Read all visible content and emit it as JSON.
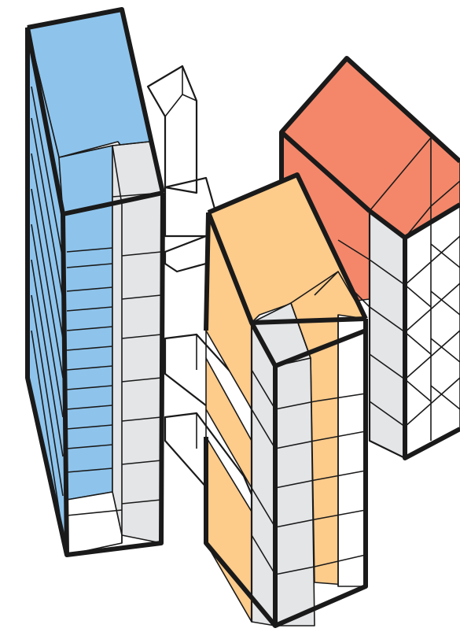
{
  "colors": {
    "background": "#ffffff",
    "outline": "#1a1a1a",
    "blue_tower": "#8ec4ec",
    "peach_tower": "#fdcb8a",
    "orange_tower": "#f4876a",
    "gray_face": "#e4e5e7",
    "white_face": "#ffffff"
  },
  "towers": [
    {
      "name": "blue-tower",
      "color_key": "blue_tower"
    },
    {
      "name": "peach-tower",
      "color_key": "peach_tower"
    },
    {
      "name": "orange-tower",
      "color_key": "orange_tower"
    }
  ],
  "bridges": [
    {
      "name": "upper-skybridge"
    },
    {
      "name": "middle-skybridge"
    },
    {
      "name": "lower-skybridge"
    }
  ]
}
